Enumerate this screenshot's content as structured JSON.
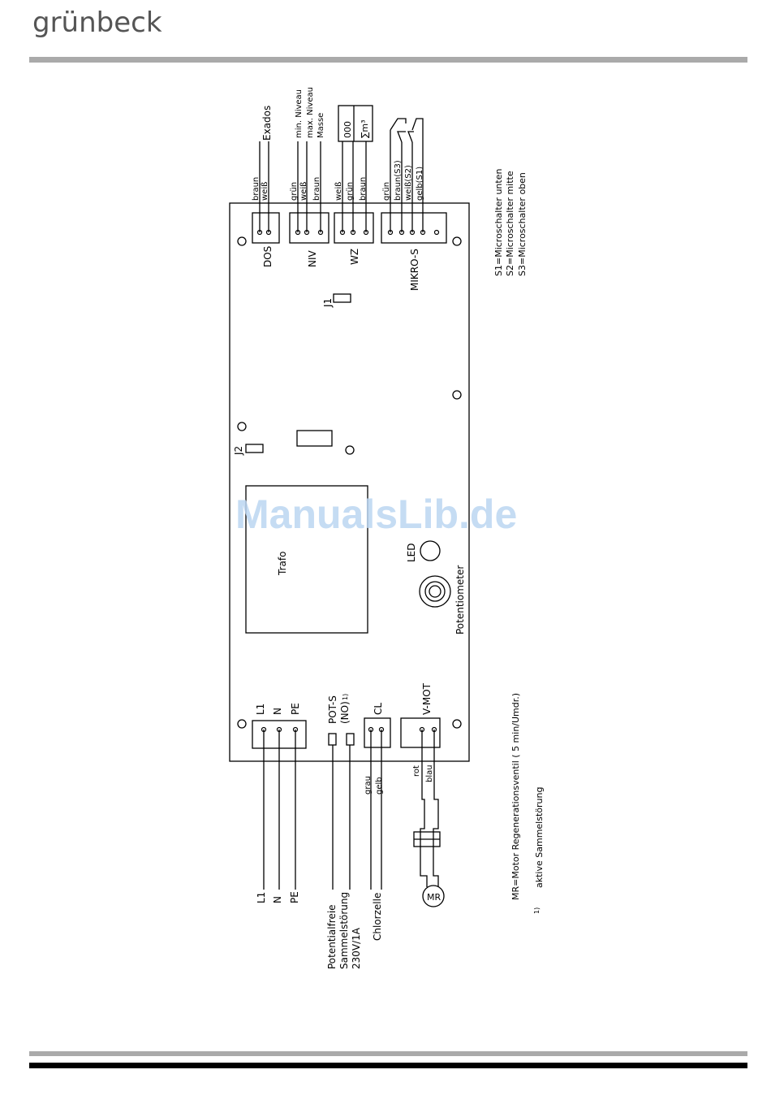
{
  "header": {
    "logo": "grünbeck"
  },
  "watermark": "ManualsLib.de",
  "board": {
    "connectors_top": {
      "dos": {
        "name": "DOS",
        "wires": [
          "braun",
          "weiß"
        ],
        "device": "Exados"
      },
      "niv": {
        "name": "NIV",
        "wires": [
          "grün",
          "weiß",
          "braun"
        ],
        "devices": [
          "min. Niveau",
          "max. Niveau",
          "Masse"
        ]
      },
      "wz": {
        "name": "WZ",
        "wires": [
          "weiß",
          "grün",
          "braun"
        ],
        "counter": "000",
        "counter_unit": "∑m³"
      },
      "mikro": {
        "name": "MIKRO-S",
        "wires": [
          "grün",
          "braun(S3)",
          "weiß(S2)",
          "gelb(S1)"
        ]
      }
    },
    "jumper1": "J1",
    "jumper2": "J2",
    "trafo": "Trafo",
    "led": "LED",
    "potentiometer": "Potentiometer",
    "connectors_bottom": {
      "power": {
        "pins": [
          "L1",
          "N",
          "PE"
        ]
      },
      "pots": {
        "name": "POT-S",
        "sub": "(NO)",
        "footnote_mark": "1)",
        "label_lines": [
          "Potentialfreie",
          "Sammelstörung",
          "230V/1A"
        ]
      },
      "cl": {
        "name": "CL",
        "wires": [
          "grau",
          "gelb"
        ],
        "device": "Chlorzelle"
      },
      "vmot": {
        "name": "V-MOT",
        "wires": [
          "rot",
          "blau"
        ],
        "motor": "MR"
      }
    }
  },
  "legend": {
    "microswitch": [
      "S1=Microschalter unten",
      "S2=Microschalter mitte",
      "S3=Microschalter oben"
    ],
    "motor_note": "MR=Motor Regenerationsventil ( 5 min/Umdr.)",
    "footnote": "aktive Sammelstörung",
    "footnote_mark": "1)"
  }
}
